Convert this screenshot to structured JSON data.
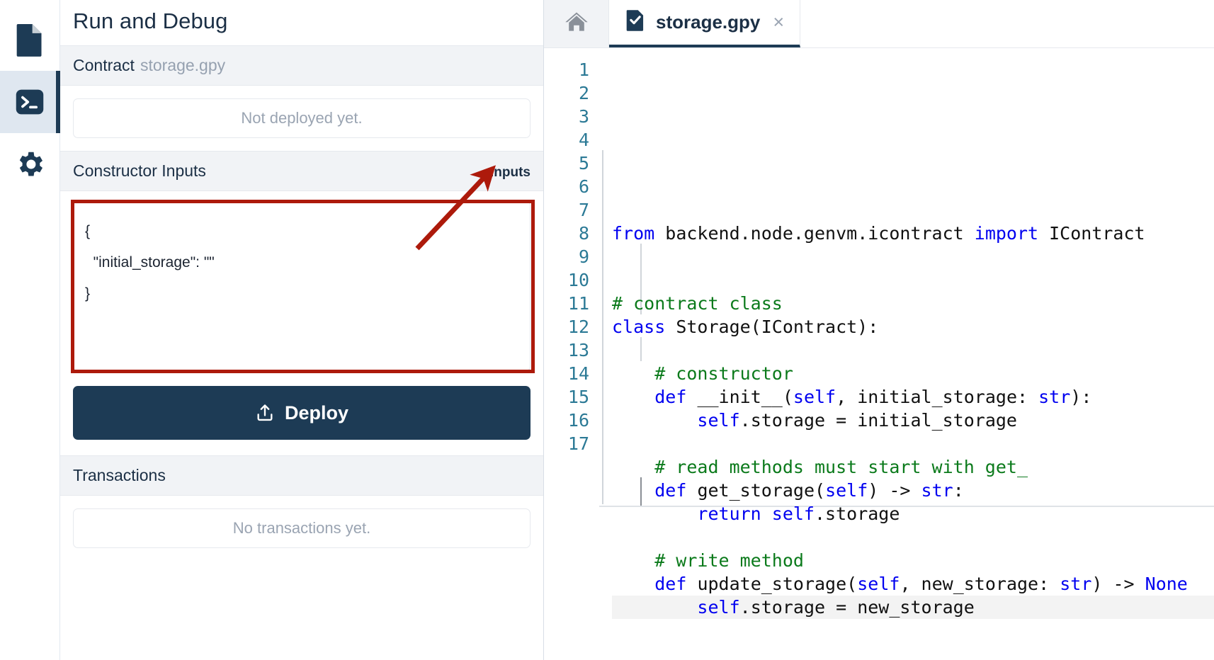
{
  "activity_bar": {
    "items": [
      {
        "name": "file-icon",
        "label": "Contracts",
        "active": false
      },
      {
        "name": "terminal-icon",
        "label": "Run and Debug",
        "active": true
      },
      {
        "name": "gear-icon",
        "label": "Settings",
        "active": false
      }
    ]
  },
  "panel": {
    "title": "Run and Debug",
    "contract_section": {
      "label": "Contract",
      "file_name": "storage.gpy",
      "empty_text": "Not deployed yet."
    },
    "constructor_section": {
      "label": "Constructor Inputs",
      "right_label": "Inputs",
      "json_value": "{\n  \"initial_storage\": \"\"\n}",
      "json_placeholder": "{}"
    },
    "deploy_button": {
      "label": "Deploy",
      "icon": "upload-icon"
    },
    "transactions_section": {
      "label": "Transactions",
      "empty_text": "No transactions yet."
    }
  },
  "annotation": {
    "color": "#ad1a0b",
    "target": "constructor-inputs-json-editor",
    "arrow_to": "Inputs"
  },
  "editor": {
    "home_tab_icon": "home-icon",
    "tabs": [
      {
        "title": "storage.gpy",
        "icon": "file-check-icon",
        "active": true,
        "close_label": "×"
      }
    ],
    "active_line": 17,
    "line_numbers": [
      1,
      2,
      3,
      4,
      5,
      6,
      7,
      8,
      9,
      10,
      11,
      12,
      13,
      14,
      15,
      16,
      17
    ],
    "code_lines": [
      {
        "n": 1,
        "tokens": [
          {
            "t": "from ",
            "c": "kw"
          },
          {
            "t": "backend.node.genvm.icontract ",
            "c": ""
          },
          {
            "t": "import ",
            "c": "kw"
          },
          {
            "t": "IContract",
            "c": ""
          }
        ]
      },
      {
        "n": 2,
        "tokens": []
      },
      {
        "n": 3,
        "tokens": []
      },
      {
        "n": 4,
        "tokens": [
          {
            "t": "# contract class",
            "c": "cmt"
          }
        ]
      },
      {
        "n": 5,
        "tokens": [
          {
            "t": "class ",
            "c": "kw"
          },
          {
            "t": "Storage(IContract):",
            "c": ""
          }
        ]
      },
      {
        "n": 6,
        "tokens": []
      },
      {
        "n": 7,
        "tokens": [
          {
            "t": "    # constructor",
            "c": "cmt"
          }
        ]
      },
      {
        "n": 8,
        "tokens": [
          {
            "t": "    ",
            "c": ""
          },
          {
            "t": "def ",
            "c": "kw"
          },
          {
            "t": "__init__(",
            "c": ""
          },
          {
            "t": "self",
            "c": "kw"
          },
          {
            "t": ", initial_storage: ",
            "c": ""
          },
          {
            "t": "str",
            "c": "kw"
          },
          {
            "t": "):",
            "c": ""
          }
        ]
      },
      {
        "n": 9,
        "tokens": [
          {
            "t": "        ",
            "c": ""
          },
          {
            "t": "self",
            "c": "kw"
          },
          {
            "t": ".storage = initial_storage",
            "c": ""
          }
        ]
      },
      {
        "n": 10,
        "tokens": []
      },
      {
        "n": 11,
        "tokens": [
          {
            "t": "    # read methods must start with get_",
            "c": "cmt"
          }
        ]
      },
      {
        "n": 12,
        "tokens": [
          {
            "t": "    ",
            "c": ""
          },
          {
            "t": "def ",
            "c": "kw"
          },
          {
            "t": "get_storage(",
            "c": ""
          },
          {
            "t": "self",
            "c": "kw"
          },
          {
            "t": ") -> ",
            "c": ""
          },
          {
            "t": "str",
            "c": "kw"
          },
          {
            "t": ":",
            "c": ""
          }
        ]
      },
      {
        "n": 13,
        "tokens": [
          {
            "t": "        ",
            "c": ""
          },
          {
            "t": "return ",
            "c": "kw"
          },
          {
            "t": "self",
            "c": "kw"
          },
          {
            "t": ".storage",
            "c": ""
          }
        ]
      },
      {
        "n": 14,
        "tokens": []
      },
      {
        "n": 15,
        "tokens": [
          {
            "t": "    # write method",
            "c": "cmt"
          }
        ]
      },
      {
        "n": 16,
        "tokens": [
          {
            "t": "    ",
            "c": ""
          },
          {
            "t": "def ",
            "c": "kw"
          },
          {
            "t": "update_storage(",
            "c": ""
          },
          {
            "t": "self",
            "c": "kw"
          },
          {
            "t": ", new_storage: ",
            "c": ""
          },
          {
            "t": "str",
            "c": "kw"
          },
          {
            "t": ") -> ",
            "c": ""
          },
          {
            "t": "None",
            "c": "kw"
          }
        ]
      },
      {
        "n": 17,
        "tokens": [
          {
            "t": "        ",
            "c": ""
          },
          {
            "t": "self",
            "c": "kw"
          },
          {
            "t": ".storage = new_storage",
            "c": ""
          }
        ]
      }
    ]
  },
  "colors": {
    "accent_dark": "#1d3b55",
    "keyword": "#0000f0",
    "comment": "#0b7a1b",
    "line_number": "#2c7a96",
    "annotation_red": "#ad1a0b",
    "muted_text": "#9aa4b2"
  }
}
